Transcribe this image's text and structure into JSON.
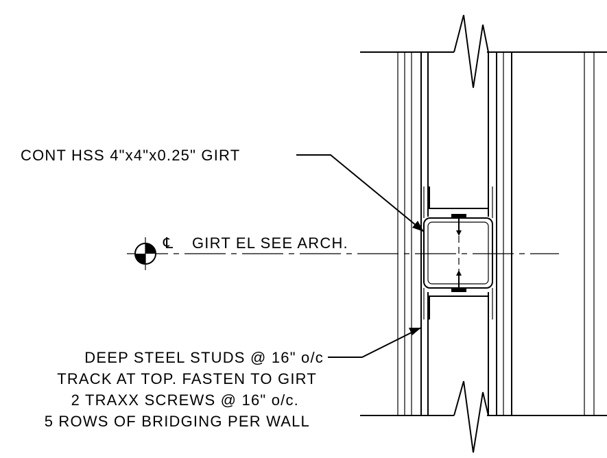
{
  "notes": {
    "girt_callout": "CONT HSS 4\"x4\"x0.25\" GIRT",
    "centerline_symbol": "℄",
    "centerline_callout": "GIRT EL SEE ARCH.",
    "stud_line_1": "DEEP STEEL STUDS @ 16\" o/c",
    "stud_line_2": "TRACK AT TOP. FASTEN TO GIRT",
    "stud_line_3": "2 TRAXX SCREWS @ 16\" o/c.",
    "stud_line_4": "5 ROWS OF BRIDGING PER WALL"
  }
}
